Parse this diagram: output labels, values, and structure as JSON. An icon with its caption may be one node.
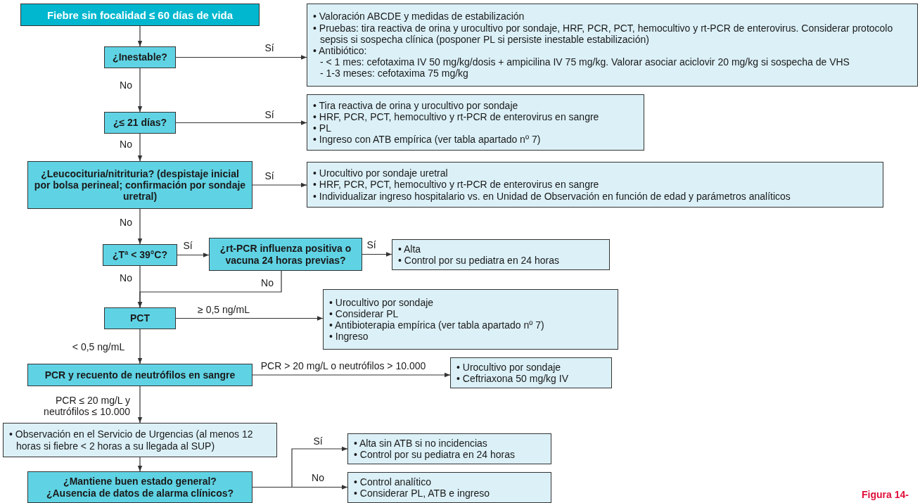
{
  "diagram": {
    "nodes": [
      {
        "text": [
          "Fiebre sin focalidad ≤ 60 días de vida"
        ]
      },
      {
        "text": [
          "¿Inestable?"
        ]
      },
      {
        "text": [
          "• Valoración ABCDE y medidas de estabilización",
          "• Pruebas: tira reactiva de orina y urocultivo por sondaje, HRF, PCR, PCT, hemocultivo y rt-PCR de enterovirus. Considerar protocolo sepsis si sospecha clínica (posponer PL si persiste inestable estabilización)",
          "• Antibiótico:",
          "- < 1 mes: cefotaxima IV 50 mg/kg/dosis + ampicilina IV 75 mg/kg. Valorar asociar aciclovir 20 mg/kg si sospecha de VHS",
          "- 1-3 meses: cefotaxima 75 mg/kg"
        ]
      },
      {
        "text": [
          "¿≤ 21 días?"
        ]
      },
      {
        "text": [
          "• Tira reactiva de orina y urocultivo por sondaje",
          "• HRF, PCR, PCT, hemocultivo y rt-PCR de enterovirus en sangre",
          "• PL",
          "• Ingreso con ATB empírica (ver tabla apartado nº 7)"
        ]
      },
      {
        "text": [
          "¿Leucocituria/nitrituria? (despistaje inicial por bolsa perineal; confirmación por sondaje uretral)"
        ]
      },
      {
        "text": [
          "• Urocultivo por sondaje uretral",
          "• HRF, PCR, PCT, hemocultivo y rt-PCR de enterovirus en sangre",
          "• Individualizar ingreso hospitalario vs. en Unidad de Observación en función de edad y parámetros analíticos"
        ]
      },
      {
        "text": [
          "¿Tª < 39°C?"
        ]
      },
      {
        "text": [
          "¿rt-PCR influenza positiva o vacuna 24 horas previas?"
        ]
      },
      {
        "text": [
          "• Alta",
          "• Control por su pediatra en 24 horas"
        ]
      },
      {
        "text": [
          "PCT"
        ]
      },
      {
        "text": [
          "• Urocultivo por sondaje",
          "• Considerar PL",
          "• Antibioterapia empírica (ver tabla apartado nº 7)",
          "• Ingreso"
        ]
      },
      {
        "text": [
          "PCR y recuento de neutrófilos en sangre"
        ]
      },
      {
        "text": [
          "• Urocultivo por sondaje",
          "• Ceftriaxona 50 mg/kg IV"
        ]
      },
      {
        "text": [
          "• Observación en el Servicio de Urgencias (al menos 12 horas si fiebre < 2 horas a su llegada al SUP)"
        ]
      },
      {
        "text": [
          "¿Mantiene buen estado general?",
          "¿Ausencia de datos de alarma clínicos?"
        ]
      },
      {
        "text": [
          "• Alta sin ATB si no incidencias",
          "• Control por su pediatra en 24 horas"
        ]
      },
      {
        "text": [
          "• Control analítico",
          "• Considerar PL, ATB e ingreso"
        ]
      }
    ],
    "edges": [
      {
        "from": 0,
        "to": 1,
        "arrow": "to"
      },
      {
        "from": 1,
        "to": 2,
        "arrow": "to",
        "label": "Sí"
      },
      {
        "from": 1,
        "to": 3,
        "arrow": "to",
        "label": "No"
      },
      {
        "from": 3,
        "to": 4,
        "arrow": "to",
        "label": "Sí"
      },
      {
        "from": 3,
        "to": 5,
        "arrow": "to",
        "label": "No"
      },
      {
        "from": 5,
        "to": 6,
        "arrow": "to",
        "label": "Sí"
      },
      {
        "from": 5,
        "to": 7,
        "arrow": "to",
        "label": "No"
      },
      {
        "from": 7,
        "to": 8,
        "arrow": "to",
        "label": "Sí"
      },
      {
        "from": 8,
        "to": 9,
        "arrow": "to",
        "label": "Sí"
      },
      {
        "from": 7,
        "to": 10,
        "arrow": "to",
        "label": "No"
      },
      {
        "from": 8,
        "to": 10,
        "arrow": "to",
        "label": "No"
      },
      {
        "from": 10,
        "to": 11,
        "arrow": "to",
        "label": "≥ 0,5 ng/mL"
      },
      {
        "from": 10,
        "to": 12,
        "arrow": "to",
        "label": "< 0,5 ng/mL"
      },
      {
        "from": 12,
        "to": 13,
        "arrow": "to",
        "label": "PCR > 20 mg/L o neutrófilos > 10.000"
      },
      {
        "from": 12,
        "to": 14,
        "arrow": "to",
        "label": "PCR ≤ 20 mg/L y neutrófilos ≤ 10.000"
      },
      {
        "from": 14,
        "to": 15,
        "arrow": "to"
      },
      {
        "from": 15,
        "to": 16,
        "arrow": "to",
        "label": "Sí"
      },
      {
        "from": 15,
        "to": 17,
        "arrow": "to",
        "label": "No"
      }
    ],
    "labels": [
      "Figura 14-"
    ]
  }
}
